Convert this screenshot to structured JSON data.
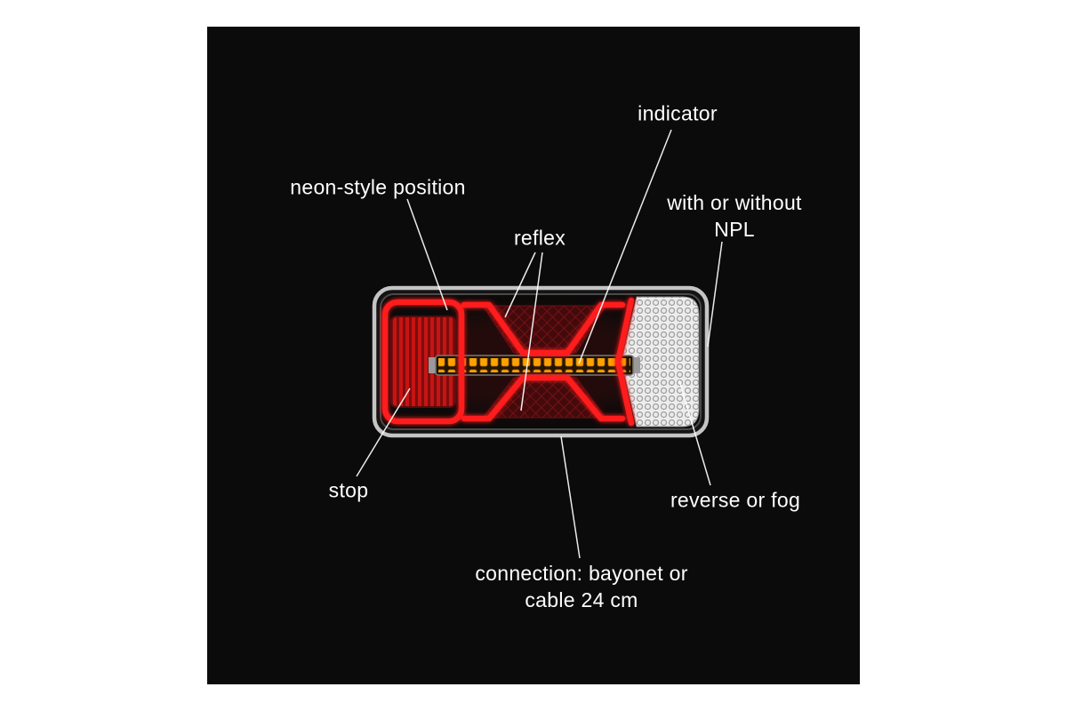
{
  "scene": {
    "page_background": "#ffffff",
    "panel_background": "#0b0b0b",
    "label_color": "#ffffff"
  },
  "labels": {
    "indicator": "indicator",
    "neon_style_position": "neon-style position",
    "reflex": "reflex",
    "npl_line1": "with or without",
    "npl_line2": "NPL",
    "stop": "stop",
    "reverse_or_fog": "reverse or fog",
    "connection_line1": "connection: bayonet or",
    "connection_line2": "cable 24 cm"
  },
  "lamp": {
    "description": "multifunction LED rear combination lamp",
    "colors": {
      "neon_red": "#ff1c1c",
      "amber": "#ffa200",
      "stop_red": "#c61414",
      "reverse_white": "#ececec",
      "housing_gray": "#c4c4c4",
      "reflector_dark_red": "#430a0c"
    }
  }
}
